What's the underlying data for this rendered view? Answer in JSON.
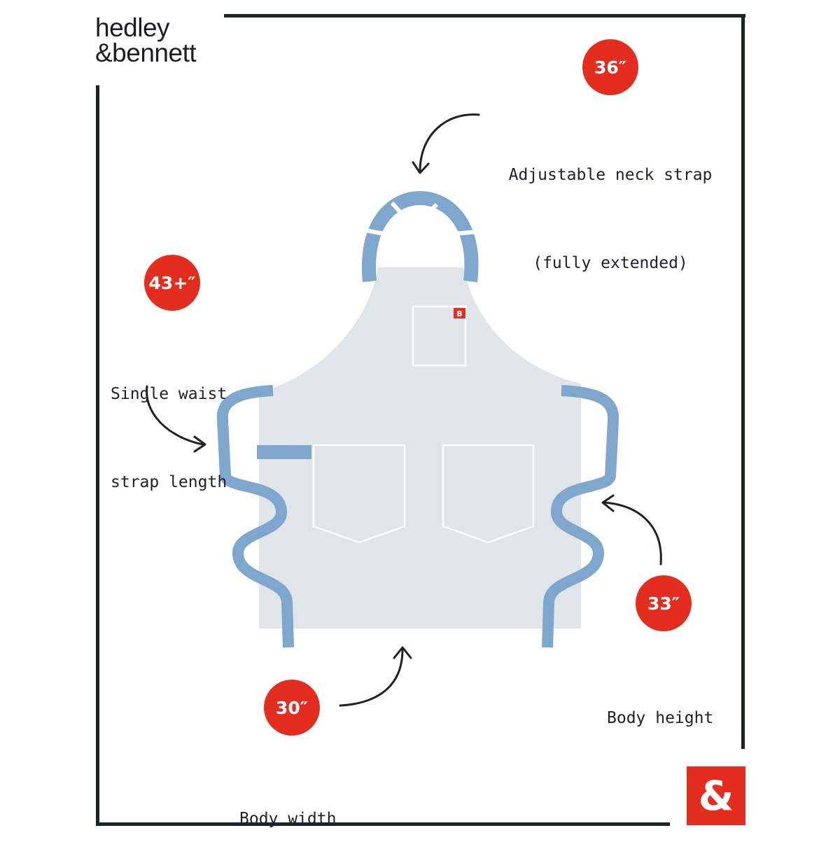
{
  "brand": {
    "line1": "hedley",
    "line2": "&bennett"
  },
  "logo_mark": "&",
  "tag_mark": "B",
  "colors": {
    "accent_red": "#e32d1f",
    "strap_blue": "#7fa6cc",
    "apron_body": "#dfe5e8",
    "frame": "#1c222b"
  },
  "callouts": [
    {
      "value": "36″",
      "lines": [
        "Adjustable neck strap",
        "(fully extended)"
      ]
    },
    {
      "value": "43+″",
      "lines": [
        "Single waist",
        "strap length"
      ]
    },
    {
      "value": "33″",
      "lines": [
        "Body height"
      ]
    },
    {
      "value": "30″",
      "lines": [
        "Body width"
      ]
    }
  ]
}
